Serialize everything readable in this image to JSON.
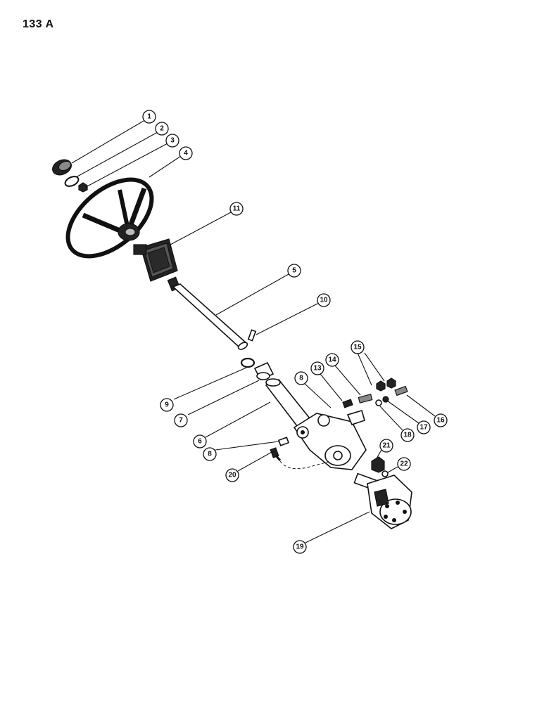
{
  "page": {
    "number": "133 A"
  },
  "diagram": {
    "callouts": [
      {
        "id": "1",
        "label": "1"
      },
      {
        "id": "2",
        "label": "2"
      },
      {
        "id": "3",
        "label": "3"
      },
      {
        "id": "4",
        "label": "4"
      },
      {
        "id": "11",
        "label": "11"
      },
      {
        "id": "5",
        "label": "5"
      },
      {
        "id": "10",
        "label": "10"
      },
      {
        "id": "15",
        "label": "15"
      },
      {
        "id": "14",
        "label": "14"
      },
      {
        "id": "13",
        "label": "13"
      },
      {
        "id": "8a",
        "label": "8"
      },
      {
        "id": "16",
        "label": "16"
      },
      {
        "id": "17",
        "label": "17"
      },
      {
        "id": "18",
        "label": "18"
      },
      {
        "id": "9",
        "label": "9"
      },
      {
        "id": "7",
        "label": "7"
      },
      {
        "id": "6",
        "label": "6"
      },
      {
        "id": "8b",
        "label": "8"
      },
      {
        "id": "21",
        "label": "21"
      },
      {
        "id": "22",
        "label": "22"
      },
      {
        "id": "20",
        "label": "20"
      },
      {
        "id": "19",
        "label": "19"
      }
    ]
  }
}
